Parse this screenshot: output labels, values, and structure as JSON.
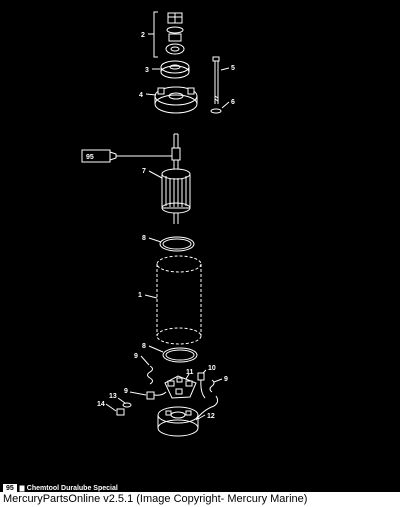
{
  "legend": {
    "code": "95",
    "text": "Chemtool Duralube Special"
  },
  "tube_label": "95",
  "callouts": [
    {
      "id": "c2",
      "text": "2"
    },
    {
      "id": "c3",
      "text": "3"
    },
    {
      "id": "c4",
      "text": "4"
    },
    {
      "id": "c5",
      "text": "5"
    },
    {
      "id": "c6",
      "text": "6"
    },
    {
      "id": "c7",
      "text": "7"
    },
    {
      "id": "c8a",
      "text": "8"
    },
    {
      "id": "c1",
      "text": "1"
    },
    {
      "id": "c8b",
      "text": "8"
    },
    {
      "id": "c9a",
      "text": "9"
    },
    {
      "id": "c10",
      "text": "10"
    },
    {
      "id": "c11",
      "text": "11"
    },
    {
      "id": "c9b",
      "text": "9"
    },
    {
      "id": "c9c",
      "text": "9"
    },
    {
      "id": "c13",
      "text": "13"
    },
    {
      "id": "c14",
      "text": "14"
    },
    {
      "id": "c12",
      "text": "12"
    }
  ],
  "caption": "MercuryPartsOnline v2.5.1 (Image Copyright- Mercury Marine)"
}
